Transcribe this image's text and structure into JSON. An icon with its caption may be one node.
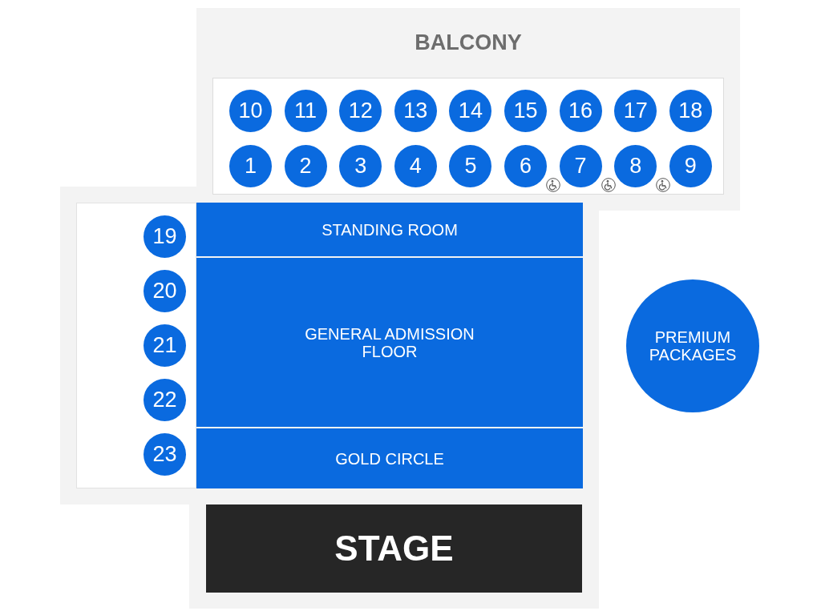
{
  "diagram": {
    "nodes": [
      {
        "text": [
          "BALCONY"
        ]
      },
      {
        "text": [],
        "shape": "box",
        "in": 0
      },
      {
        "text": [
          "10"
        ],
        "in": 1
      },
      {
        "text": [
          "11"
        ],
        "in": 1
      },
      {
        "text": [
          "12"
        ],
        "in": 1
      },
      {
        "text": [
          "13"
        ],
        "in": 1
      },
      {
        "text": [
          "14"
        ],
        "in": 1
      },
      {
        "text": [
          "15"
        ],
        "in": 1
      },
      {
        "text": [
          "16"
        ],
        "in": 1
      },
      {
        "text": [
          "17"
        ],
        "in": 1
      },
      {
        "text": [
          "18"
        ],
        "in": 1
      },
      {
        "text": [
          "1"
        ],
        "in": 1
      },
      {
        "text": [
          "2"
        ],
        "in": 1
      },
      {
        "text": [
          "3"
        ],
        "in": 1
      },
      {
        "text": [
          "4"
        ],
        "in": 1
      },
      {
        "text": [
          "5"
        ],
        "in": 1
      },
      {
        "text": [
          "6"
        ],
        "in": 1
      },
      {
        "text": [
          "7"
        ],
        "in": 1
      },
      {
        "text": [
          "8"
        ],
        "in": 1
      },
      {
        "text": [
          "9"
        ],
        "in": 1
      },
      {
        "text": [],
        "shape": "box"
      },
      {
        "text": [
          "19"
        ],
        "in": 20
      },
      {
        "text": [
          "20"
        ],
        "in": 20
      },
      {
        "text": [
          "21"
        ],
        "in": 20
      },
      {
        "text": [
          "22"
        ],
        "in": 20
      },
      {
        "text": [
          "23"
        ],
        "in": 20
      },
      {
        "text": [
          "STANDING ROOM"
        ]
      },
      {
        "text": [
          "GENERAL ADMISSION FLOOR"
        ]
      },
      {
        "text": [
          "GOLD CIRCLE"
        ]
      },
      {
        "text": [
          "PREMIUM PACKAGES"
        ]
      },
      {
        "text": [
          "STAGE"
        ]
      }
    ],
    "edges": []
  }
}
